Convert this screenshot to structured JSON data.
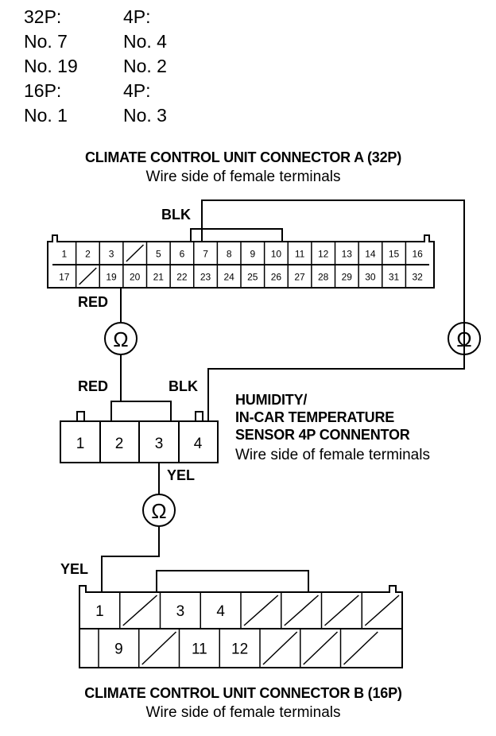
{
  "legend": {
    "col1": [
      "32P:",
      "No. 7",
      "No. 19",
      "16P:",
      "No. 1"
    ],
    "col2": [
      "4P:",
      "No. 4",
      "No. 2",
      "4P:",
      "No. 3"
    ]
  },
  "connector_a": {
    "title": "CLIMATE CONTROL UNIT CONNECTOR A (32P)",
    "subtitle": "Wire side of female terminals",
    "row1": [
      "1",
      "2",
      "3",
      "",
      "5",
      "6",
      "7",
      "8",
      "9",
      "10",
      "11",
      "12",
      "13",
      "14",
      "15",
      "16"
    ],
    "row2": [
      "17",
      "",
      "19",
      "20",
      "21",
      "22",
      "23",
      "24",
      "25",
      "26",
      "27",
      "28",
      "29",
      "30",
      "31",
      "32"
    ]
  },
  "sensor": {
    "title_lines": [
      "HUMIDITY/",
      "IN-CAR TEMPERATURE",
      "SENSOR 4P CONNENTOR"
    ],
    "subtitle": "Wire side of female terminals",
    "pins": [
      "1",
      "2",
      "3",
      "4"
    ]
  },
  "connector_b": {
    "title": "CLIMATE CONTROL UNIT CONNECTOR B (16P)",
    "subtitle": "Wire side of female terminals",
    "row1": [
      "1",
      "",
      "3",
      "4",
      "",
      "",
      "",
      ""
    ],
    "row2": [
      "",
      "9",
      "",
      "11",
      "12",
      "",
      "",
      ""
    ]
  },
  "wires": {
    "blk_a": "BLK",
    "red_a": "RED",
    "red_s": "RED",
    "blk_s": "BLK",
    "yel_s": "YEL",
    "yel_b": "YEL"
  },
  "ohm_symbol": "Ω"
}
